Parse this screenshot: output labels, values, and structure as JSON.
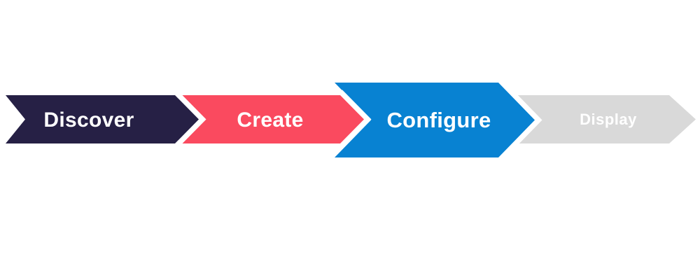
{
  "diagram": {
    "type": "process-flow-chevrons",
    "background_color": "#FFFFFF",
    "separator_color": "#FFFFFF",
    "steps": [
      {
        "label": "Discover",
        "color": "#262045",
        "text_color": "#FFFFFF",
        "emphasized": false
      },
      {
        "label": "Create",
        "color": "#FA4A5F",
        "text_color": "#FFFFFF",
        "emphasized": false
      },
      {
        "label": "Configure",
        "color": "#0882D2",
        "text_color": "#FFFFFF",
        "emphasized": true
      },
      {
        "label": "Display",
        "color": "#D9D9D9",
        "text_color": "#FFFFFF",
        "emphasized": false
      }
    ]
  }
}
